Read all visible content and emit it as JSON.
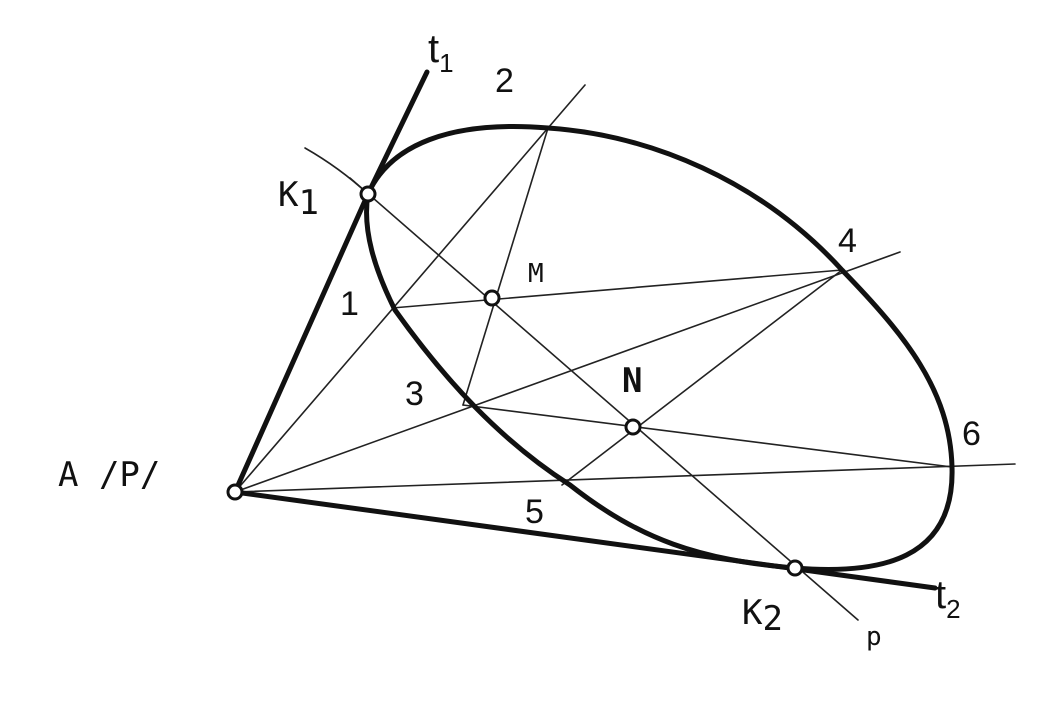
{
  "diagram": {
    "labels": {
      "t1_main": "t",
      "t1_sub": "1",
      "t2_main": "t",
      "t2_sub": "2",
      "K1_main": "K",
      "K1_sub": "1",
      "K2_main": "K",
      "K2_sub": "2",
      "A": "A /P/",
      "M": "M",
      "N": "N",
      "p": "p",
      "n1": "1",
      "n2": "2",
      "n3": "3",
      "n4": "4",
      "n5": "5",
      "n6": "6"
    }
  }
}
